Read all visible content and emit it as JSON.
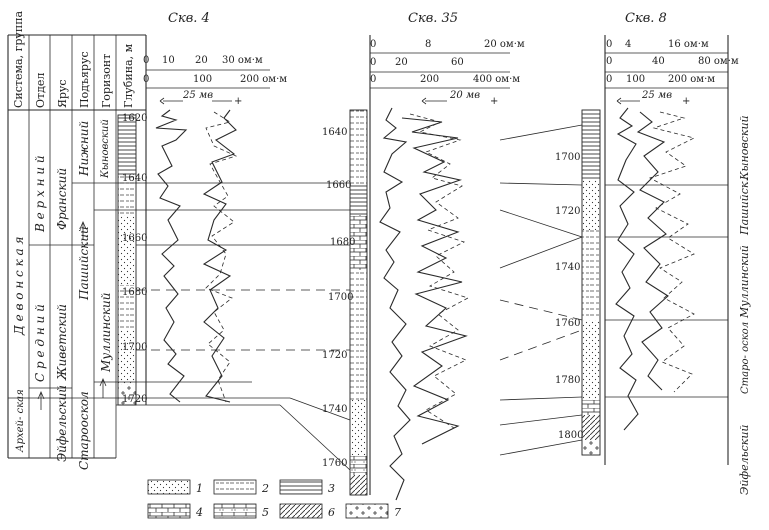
{
  "header": {
    "columns": [
      "Система, группа",
      "Отдел",
      "Ярус",
      "Подъярус",
      "Горизонт",
      "Глубина, м"
    ]
  },
  "stratigraphy": {
    "system": "Д е в о н с к а я",
    "archean": "Архей- ская",
    "upper": "В е р х н и й",
    "middle": "С р е д н и й",
    "frasnian": "Франский",
    "givetian": "Живетский",
    "eifelian": "Эйфельский",
    "lower": "Нижний",
    "kynovsky": "Кыновский",
    "pashiysky": "Пашийский",
    "mullinsky": "Муллинский",
    "staroskol": "Старооскол"
  },
  "wells": [
    {
      "title": "Скв. 4",
      "scale_a": [
        "0",
        "10",
        "20",
        "30 ом·м"
      ],
      "scale_b": [
        "0",
        "100",
        "200 ом·м"
      ],
      "sp": "25 мв",
      "depths": [
        "1620",
        "1640",
        "1660",
        "1680",
        "1700",
        "1720"
      ]
    },
    {
      "title": "Скв. 35",
      "scale_a": [
        "0",
        "8",
        "20 ом·м"
      ],
      "scale_b": [
        "0",
        "20",
        "60"
      ],
      "scale_c": [
        "0",
        "200",
        "400 ом·м"
      ],
      "sp": "20 мв",
      "depths": [
        "1640",
        "1660",
        "1680",
        "1700",
        "1720",
        "1740",
        "1760"
      ]
    },
    {
      "title": "Скв. 8",
      "scale_a": [
        "0",
        "4",
        "16 ом·м"
      ],
      "scale_b": [
        "0",
        "40",
        "80 ом·м"
      ],
      "scale_c": [
        "0",
        "100",
        "200 ом·м"
      ],
      "sp": "25 мв",
      "depths": [
        "1700",
        "1720",
        "1740",
        "1760",
        "1780",
        "1800"
      ],
      "horizons": [
        "Кыновский",
        "Пашийск.",
        "Муллинский",
        "Старо- оскол",
        "Эйфельский"
      ]
    }
  ],
  "legend": [
    "1",
    "2",
    "3",
    "4",
    "5",
    "6",
    "7"
  ]
}
